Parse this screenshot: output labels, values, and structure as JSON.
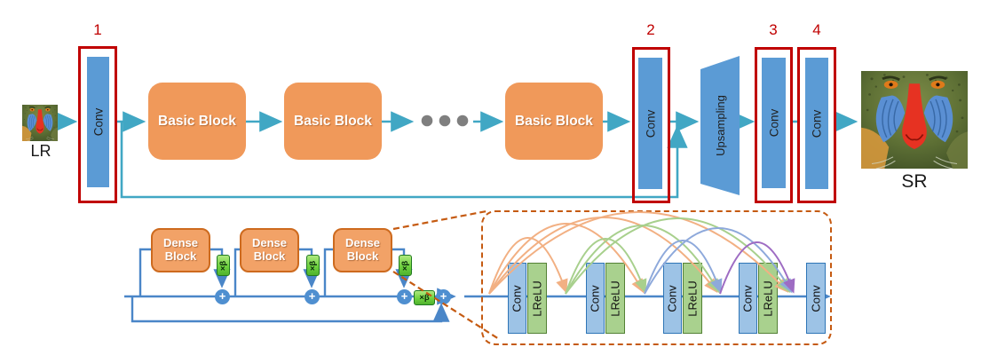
{
  "colors": {
    "teal_arrow": "#41a7c4",
    "blue_line": "#4a86c8",
    "red_box": "#c00000",
    "orange_block": "#f0995a",
    "dense_border": "#cd6a1e",
    "conv_fill_top": "#5b9bd5",
    "conv_fill_detail": "#9dc3e6",
    "lrelu_fill": "#a9d18e",
    "dashed_box": "#c55a11",
    "dots_gray": "#7f7f7f",
    "arc_orange": "#f2b083",
    "arc_green": "#a8d08d",
    "arc_blue": "#8ea9db",
    "arc_purple": "#9e6cc3"
  },
  "top": {
    "lr_label": "LR",
    "sr_label": "SR",
    "conv_label": "Conv",
    "stage_numbers": [
      "1",
      "2",
      "3",
      "4"
    ],
    "basic_block_labels": [
      "Basic Block",
      "Basic Block",
      "Basic Block"
    ],
    "upsampling_label": "Upsampling"
  },
  "bottom": {
    "dense_block_labels": [
      "Dense Block",
      "Dense Block",
      "Dense Block"
    ],
    "scale_label": "×β",
    "plus_label": "+",
    "detail": {
      "conv_label": "Conv",
      "lrelu_label": "LReLU",
      "final_conv_label": "Conv",
      "arcs": [
        {
          "from": 0,
          "to": 1,
          "color": "orange"
        },
        {
          "from": 0,
          "to": 2,
          "color": "orange"
        },
        {
          "from": 0,
          "to": 3,
          "color": "orange"
        },
        {
          "from": 0,
          "to": 4,
          "color": "orange"
        },
        {
          "from": 1,
          "to": 2,
          "color": "green"
        },
        {
          "from": 1,
          "to": 3,
          "color": "green"
        },
        {
          "from": 1,
          "to": 4,
          "color": "green"
        },
        {
          "from": 2,
          "to": 3,
          "color": "blue"
        },
        {
          "from": 2,
          "to": 4,
          "color": "blue"
        },
        {
          "from": 3,
          "to": 4,
          "color": "purple"
        }
      ]
    }
  }
}
